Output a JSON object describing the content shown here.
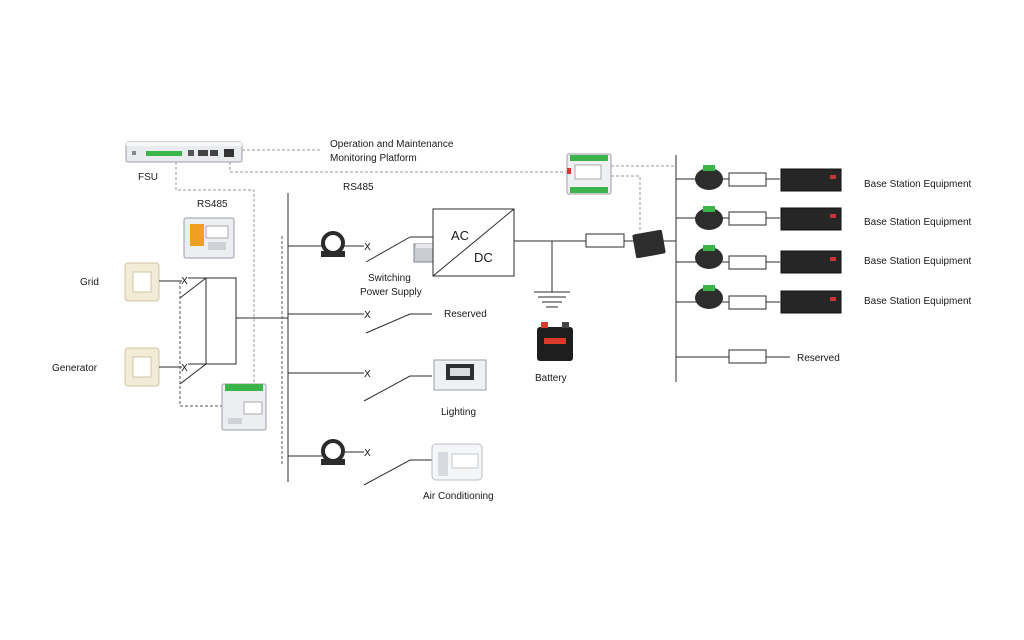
{
  "labels": {
    "fsu": "FSU",
    "platform_line1": "Operation and Maintenance",
    "platform_line2": "Monitoring Platform",
    "rs485_top": "RS485",
    "rs485_left": "RS485",
    "grid": "Grid",
    "generator": "Generator",
    "switching_line1": "Switching",
    "switching_line2": "Power Supply",
    "ac": "AC",
    "dc": "DC",
    "reserved_mid": "Reserved",
    "lighting": "Lighting",
    "air_conditioning": "Air Conditioning",
    "battery": "Battery",
    "base_station_1": "Base Station Equipment",
    "base_station_2": "Base Station Equipment",
    "base_station_3": "Base Station Equipment",
    "base_station_4": "Base Station Equipment",
    "reserved_right": "Reserved"
  },
  "switch_marks": {
    "x": "X"
  },
  "colors": {
    "line": "#2b2b2b",
    "dashed": "#9a9a9a",
    "device_green": "#3bb54a",
    "rack_dark": "#2a2a2a"
  }
}
